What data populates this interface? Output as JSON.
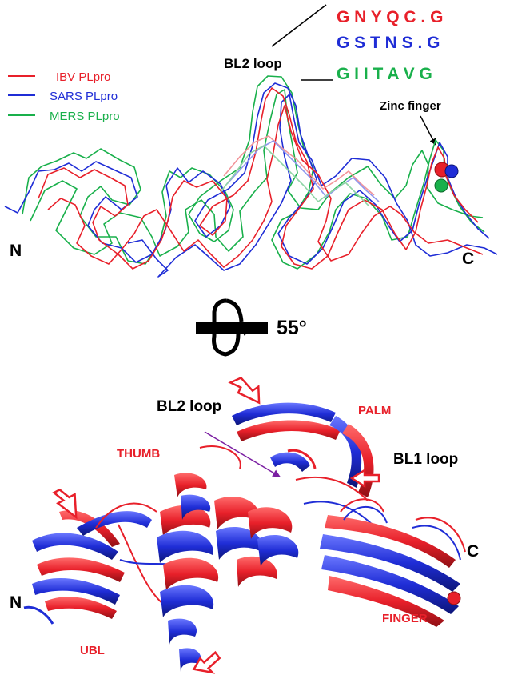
{
  "top_panel": {
    "legend": [
      {
        "label": "IBV PLpro",
        "color": "#e8202a"
      },
      {
        "label": "SARS PLpro",
        "color": "#1f2dd6"
      },
      {
        "label": "MERS PLpro",
        "color": "#19b04b"
      }
    ],
    "sequence_rows": [
      {
        "text": "G N Y Q C . G",
        "color": "#e8202a"
      },
      {
        "text": "G S T N S . G",
        "color": "#1f2dd6"
      },
      {
        "text": "G I I T A V G",
        "color": "#19b04b"
      }
    ],
    "bl2_loop_label": "BL2 loop",
    "zinc_finger_label": "Zinc finger",
    "n_label": "N",
    "c_label": "C"
  },
  "rotation": {
    "angle_label": "55°"
  },
  "bottom_panel": {
    "bl2_loop_label": "BL2 loop",
    "bl1_loop_label": "BL1 loop",
    "palm_label": "PALM",
    "thumb_label": "THUMB",
    "finger_label": "FINGER",
    "ubl_label": "UBL",
    "n_label": "N",
    "c_label": "C",
    "domain_label_color": "#e8202a"
  },
  "colors": {
    "red": "#e8202a",
    "blue": "#1f2dd6",
    "green": "#19b04b"
  }
}
